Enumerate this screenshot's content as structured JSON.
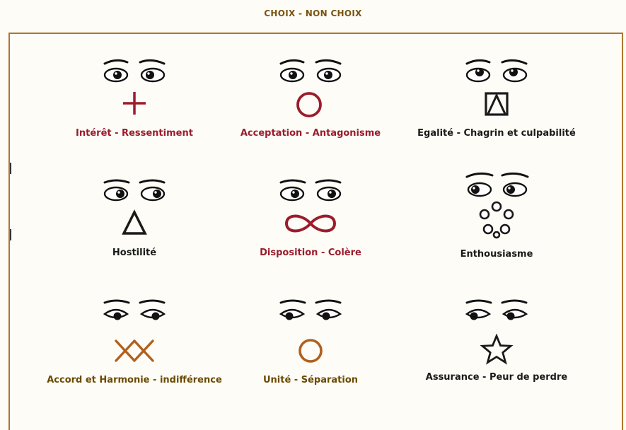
{
  "header": {
    "title": "CHOIX - NON CHOIX"
  },
  "colors": {
    "red": "#9b1c2c",
    "dark": "#1a1a1a",
    "brown": "#b0601f",
    "olive": "#6b4a00",
    "frame": "#b0762a"
  },
  "items": [
    {
      "caption": "Intérêt - Ressentiment",
      "symbol": "plus-icon",
      "color": "#9b1c2c"
    },
    {
      "caption": "Acceptation - Antagonisme",
      "symbol": "circle-icon",
      "color": "#9b1c2c"
    },
    {
      "caption": "Egalité - Chagrin et culpabilité",
      "symbol": "square-triangle-icon",
      "color": "#1a1a1a"
    },
    {
      "caption": "Hostilité",
      "symbol": "triangle-icon",
      "color": "#1a1a1a"
    },
    {
      "caption": "Disposition - Colère",
      "symbol": "infinity-icon",
      "color": "#9b1c2c"
    },
    {
      "caption": "Enthousiasme",
      "symbol": "circle-ring-icon",
      "color": "#1a1a1a"
    },
    {
      "caption": "Accord et Harmonie - indifférence",
      "symbol": "double-x-icon",
      "color": "#6b4a00"
    },
    {
      "caption": "Unité - Séparation",
      "symbol": "circle-icon",
      "color": "#6b4a00"
    },
    {
      "caption": "Assurance - Peur de perdre",
      "symbol": "star-icon",
      "color": "#1a1a1a"
    }
  ]
}
